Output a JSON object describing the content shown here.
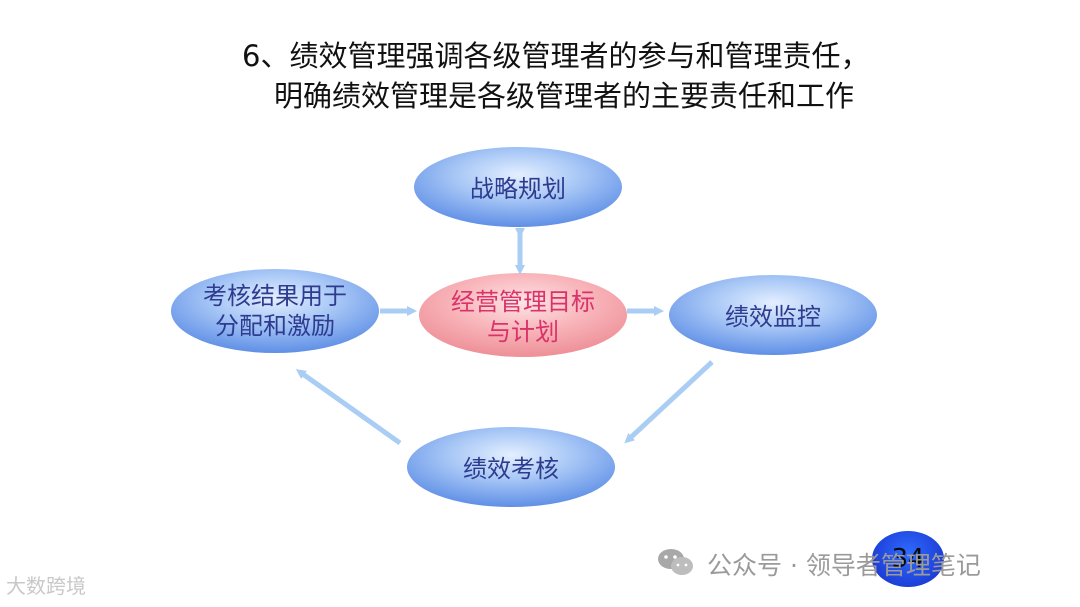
{
  "title": {
    "line1": "6、绩效管理强调各级管理者的参与和管理责任，",
    "line2": "明确绩效管理是各级管理者的主要责任和工作"
  },
  "nodes": {
    "strategy": "战略规划",
    "center_line1": "经营管理目标",
    "center_line2": "与计划",
    "monitor": "绩效监控",
    "appraisal": "绩效考核",
    "apply_line1": "考核结果用于",
    "apply_line2": "分配和激励"
  },
  "page_number": "34",
  "watermark": {
    "wechat_icon": "wechat-icon",
    "text": "公众号 · 领导者管理笔记",
    "left_text": "大数跨境"
  },
  "colors": {
    "blue_node": "#7aa7f0",
    "pink_node": "#f7a9b0",
    "arrow": "#a9cdf3"
  }
}
